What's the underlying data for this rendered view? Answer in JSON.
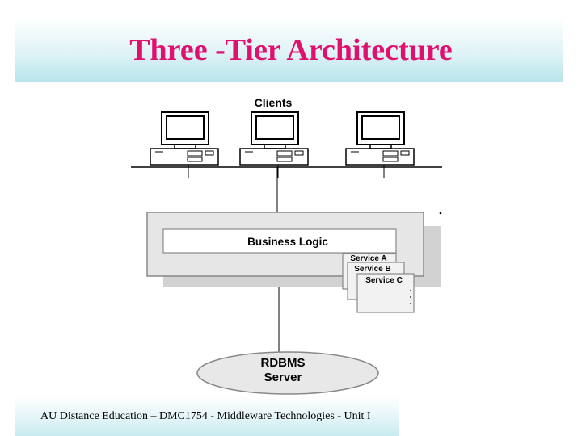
{
  "slide": {
    "title": "Three -Tier Architecture",
    "footer": "AU Distance Education – DMC1754 - Middleware Technologies  - Unit I"
  },
  "diagram": {
    "clients_label": "Clients",
    "business_logic_label": "Business Logic",
    "services": [
      "Service A",
      "Service B",
      "Service C"
    ],
    "database_label_line1": "RDBMS",
    "database_label_line2": "Server",
    "client_icon": "desktop-computer-icon"
  }
}
